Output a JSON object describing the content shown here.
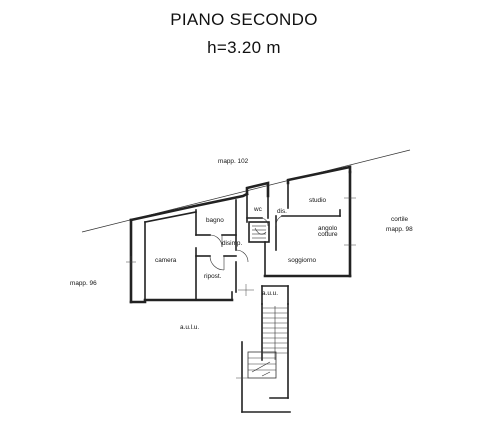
{
  "header": {
    "title": "PIANO SECONDO",
    "height": "h=3.20 m"
  },
  "labels": {
    "mapp_102": "mapp. 102",
    "cortile": "cortile",
    "mapp_98": "mapp. 98",
    "mapp_96": "mapp. 96",
    "aulu": "a.u.l.u.",
    "bagno": "bagno",
    "wc": "wc",
    "dis": "dis.",
    "studio": "studio",
    "angolo": "angolo",
    "cotture": "cotture",
    "disimp": "disimp.",
    "camera": "camera",
    "soggiorno": "soggiorno",
    "ripost": "ripost.",
    "auu": "a.u.u."
  },
  "colors": {
    "ink": "#111111",
    "background": "#ffffff"
  }
}
